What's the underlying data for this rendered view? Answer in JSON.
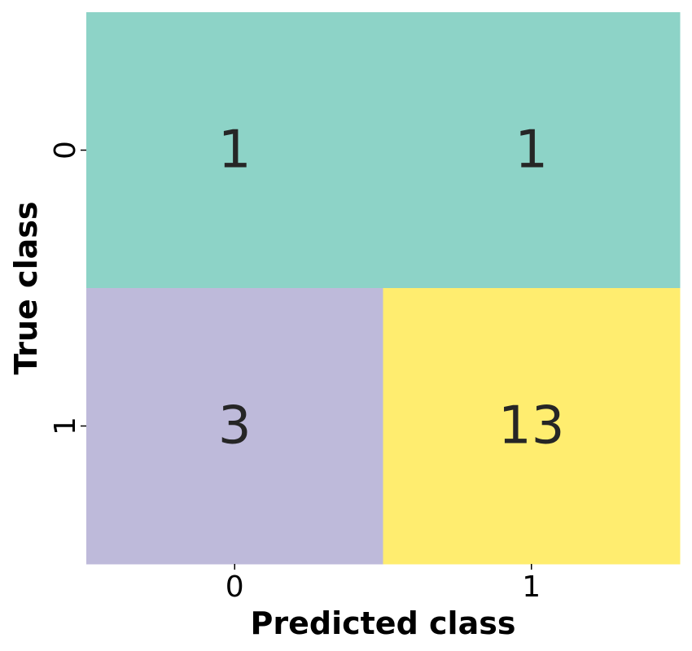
{
  "chart_data": {
    "type": "heatmap",
    "title": "",
    "xlabel": "Predicted class",
    "ylabel": "True class",
    "x_categories": [
      "0",
      "1"
    ],
    "y_categories": [
      "0",
      "1"
    ],
    "values": [
      [
        1,
        1
      ],
      [
        3,
        13
      ]
    ],
    "cell_colors": [
      [
        "#8dd3c7",
        "#8dd3c7"
      ],
      [
        "#bebada",
        "#ffed6f"
      ]
    ],
    "grid": false,
    "colorbar": false
  }
}
